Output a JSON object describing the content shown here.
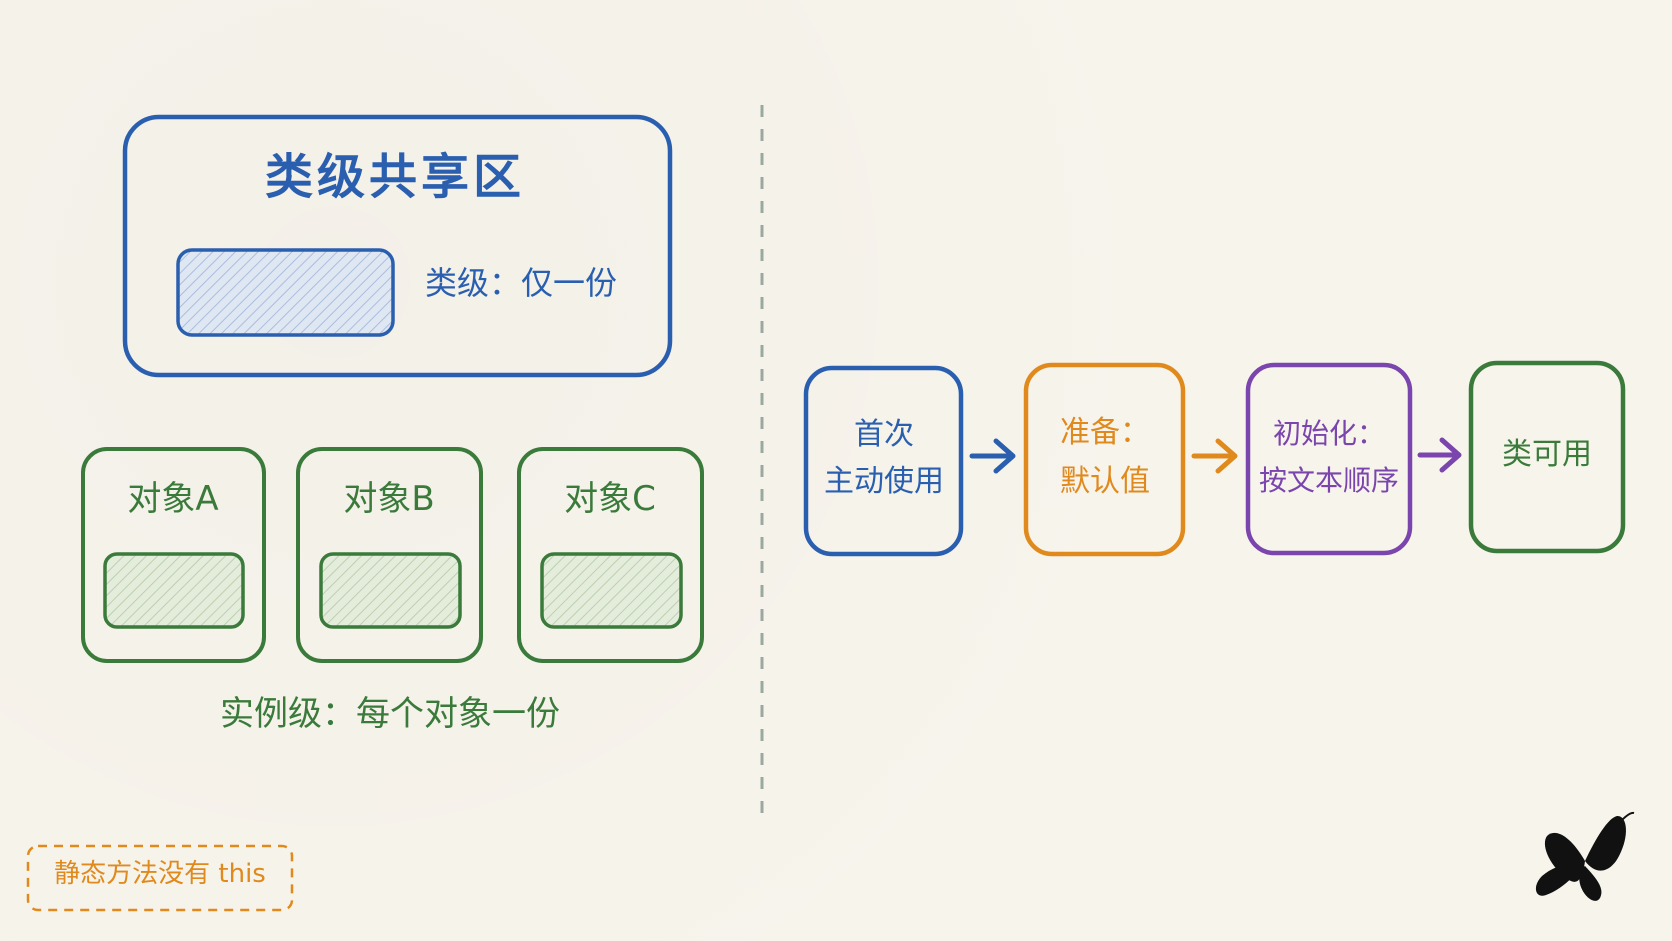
{
  "left_panel": {
    "shared_area_title": "类级共享区",
    "class_level_label": "类级：仅一份",
    "objects": [
      {
        "label": "对象A"
      },
      {
        "label": "对象B"
      },
      {
        "label": "对象C"
      }
    ],
    "instance_level_label": "实例级：每个对象一份"
  },
  "flow": {
    "steps": [
      {
        "line1": "首次",
        "line2": "主动使用",
        "color": "#2a5fb0"
      },
      {
        "line1": "准备：",
        "line2": "默认值",
        "color": "#e08a1e"
      },
      {
        "line1": "初始化：",
        "line2": "按文本顺序",
        "color": "#7a45ad"
      },
      {
        "line1": "类可用",
        "line2": "",
        "color": "#3a7a3a"
      }
    ]
  },
  "note": {
    "text": "静态方法没有 this"
  },
  "icons": {
    "logo": "butterfly-icon"
  },
  "colors": {
    "background": "#f7f4ec",
    "blue": "#2a5fb0",
    "green": "#3a7a3a",
    "orange": "#e08a1e",
    "purple": "#7a45ad",
    "divider": "#9aa8a0"
  }
}
